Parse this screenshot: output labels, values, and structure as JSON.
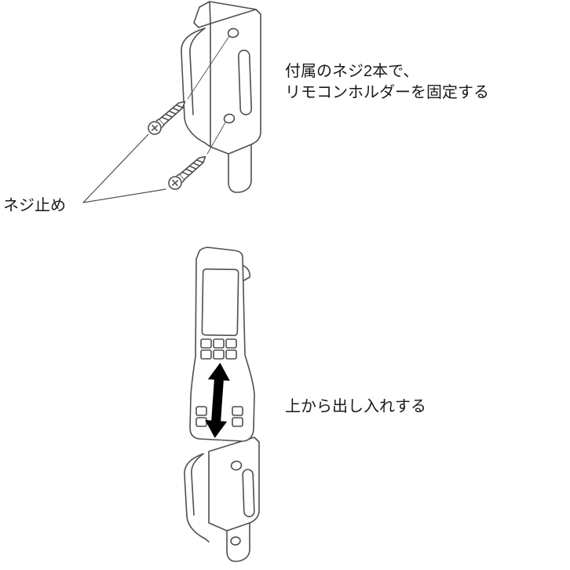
{
  "figure": {
    "background_color": "#ffffff",
    "line_color": "#4f4f4f",
    "arrow_color": "#000000",
    "annotations": {
      "attach_line1": "付属のネジ2本で、",
      "attach_line2": "リモコンホルダーを固定する",
      "screw_label": "ネジ止め",
      "insert_label": "上から出し入れする"
    },
    "parts": {
      "holder": "remote-control-holder",
      "screws": "mounting-screws",
      "remote": "remote-control",
      "arrow": "up-down-insert-arrow"
    }
  }
}
